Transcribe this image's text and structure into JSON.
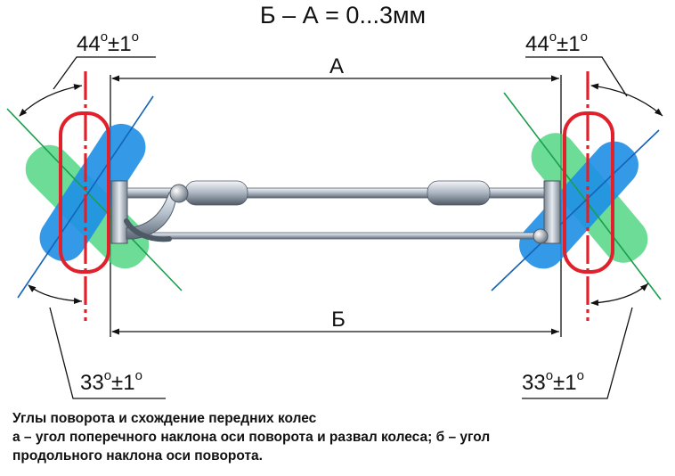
{
  "formula": "Б – А = 0...3мм",
  "dim_top": "А",
  "dim_bottom": "Б",
  "angle_top": {
    "value": "44",
    "sup": "o",
    "tol": "±1",
    "tol_sup": "o"
  },
  "angle_bottom": {
    "value": "33",
    "sup": "o",
    "tol": "±1",
    "tol_sup": "o"
  },
  "caption": {
    "line1": "Углы поворота и схождение передних колес",
    "line2": "а – угол поперечного наклона оси поворота и развал колеса; б – угол",
    "line3": "продольного наклона оси поворота."
  },
  "colors": {
    "red": "#e0202a",
    "blue": "#1e8fe6",
    "green": "#43d27a",
    "rod": "#9aa6b4",
    "line": "#111111"
  }
}
